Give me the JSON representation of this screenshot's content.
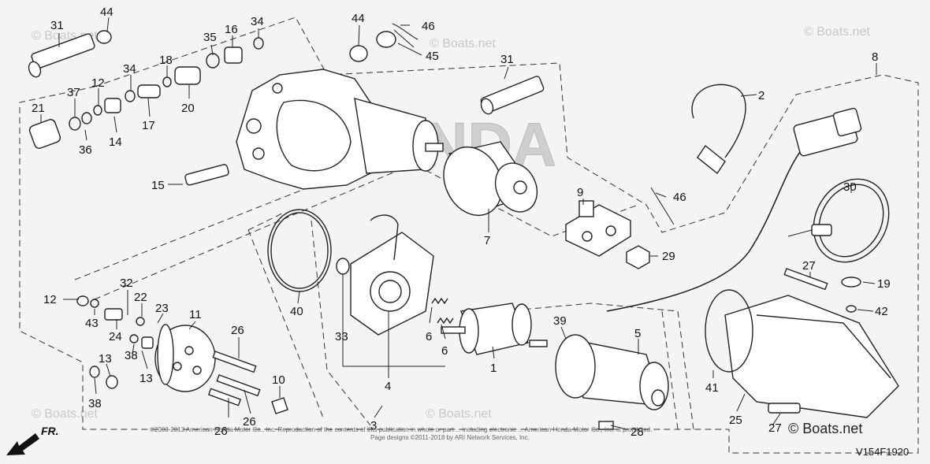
{
  "diagram": {
    "code": "V154F1920",
    "front_label": "FR.",
    "brand_stencil": "HONDA",
    "watermarks": [
      "© Boats.net",
      "© Boats.net",
      "© Boats.net",
      "© Boats.net",
      "© Boats.net",
      "© Boats.net"
    ],
    "watermark_main": "© Boats.net",
    "copyright_line1": "©2003-2013 American Honda Motor Co., Inc. Reproduction of the contents of this publication in whole or part ... including electronic ... American Honda Motor Co., Inc. is prohibited.",
    "copyright_line2": "Page designs ©2011-2018 by ARI Network Services, Inc.",
    "callouts": [
      {
        "id": "c31a",
        "label": "31"
      },
      {
        "id": "c44a",
        "label": "44"
      },
      {
        "id": "c35",
        "label": "35"
      },
      {
        "id": "c16",
        "label": "16"
      },
      {
        "id": "c34a",
        "label": "34"
      },
      {
        "id": "c44b",
        "label": "44"
      },
      {
        "id": "c46a",
        "label": "46"
      },
      {
        "id": "c45",
        "label": "45"
      },
      {
        "id": "c31b",
        "label": "31"
      },
      {
        "id": "c8",
        "label": "8"
      },
      {
        "id": "c37",
        "label": "37"
      },
      {
        "id": "c12a",
        "label": "12"
      },
      {
        "id": "c34b",
        "label": "34"
      },
      {
        "id": "c18",
        "label": "18"
      },
      {
        "id": "c21",
        "label": "21"
      },
      {
        "id": "c36",
        "label": "36"
      },
      {
        "id": "c14",
        "label": "14"
      },
      {
        "id": "c17",
        "label": "17"
      },
      {
        "id": "c20",
        "label": "20"
      },
      {
        "id": "c2",
        "label": "2"
      },
      {
        "id": "c15",
        "label": "15"
      },
      {
        "id": "c7",
        "label": "7"
      },
      {
        "id": "c9",
        "label": "9"
      },
      {
        "id": "c46b",
        "label": "46"
      },
      {
        "id": "c30",
        "label": "30"
      },
      {
        "id": "c29",
        "label": "29"
      },
      {
        "id": "c27a",
        "label": "27"
      },
      {
        "id": "c19",
        "label": "19"
      },
      {
        "id": "c32",
        "label": "32"
      },
      {
        "id": "c12b",
        "label": "12"
      },
      {
        "id": "c43",
        "label": "43"
      },
      {
        "id": "c22",
        "label": "22"
      },
      {
        "id": "c23",
        "label": "23"
      },
      {
        "id": "c11",
        "label": "11"
      },
      {
        "id": "c40",
        "label": "40"
      },
      {
        "id": "c42",
        "label": "42"
      },
      {
        "id": "c24",
        "label": "24"
      },
      {
        "id": "c33",
        "label": "33"
      },
      {
        "id": "c6a",
        "label": "6"
      },
      {
        "id": "c6b",
        "label": "6"
      },
      {
        "id": "c39",
        "label": "39"
      },
      {
        "id": "c5",
        "label": "5"
      },
      {
        "id": "c26a",
        "label": "26"
      },
      {
        "id": "c38a",
        "label": "38"
      },
      {
        "id": "c13a",
        "label": "13"
      },
      {
        "id": "c13b",
        "label": "13"
      },
      {
        "id": "c1",
        "label": "1"
      },
      {
        "id": "c4",
        "label": "4"
      },
      {
        "id": "c10",
        "label": "10"
      },
      {
        "id": "c38b",
        "label": "38"
      },
      {
        "id": "c41",
        "label": "41"
      },
      {
        "id": "c25",
        "label": "25"
      },
      {
        "id": "c3",
        "label": "3"
      },
      {
        "id": "c26b",
        "label": "26"
      },
      {
        "id": "c26c",
        "label": "26"
      },
      {
        "id": "c28",
        "label": "28"
      },
      {
        "id": "c27b",
        "label": "27"
      }
    ]
  }
}
